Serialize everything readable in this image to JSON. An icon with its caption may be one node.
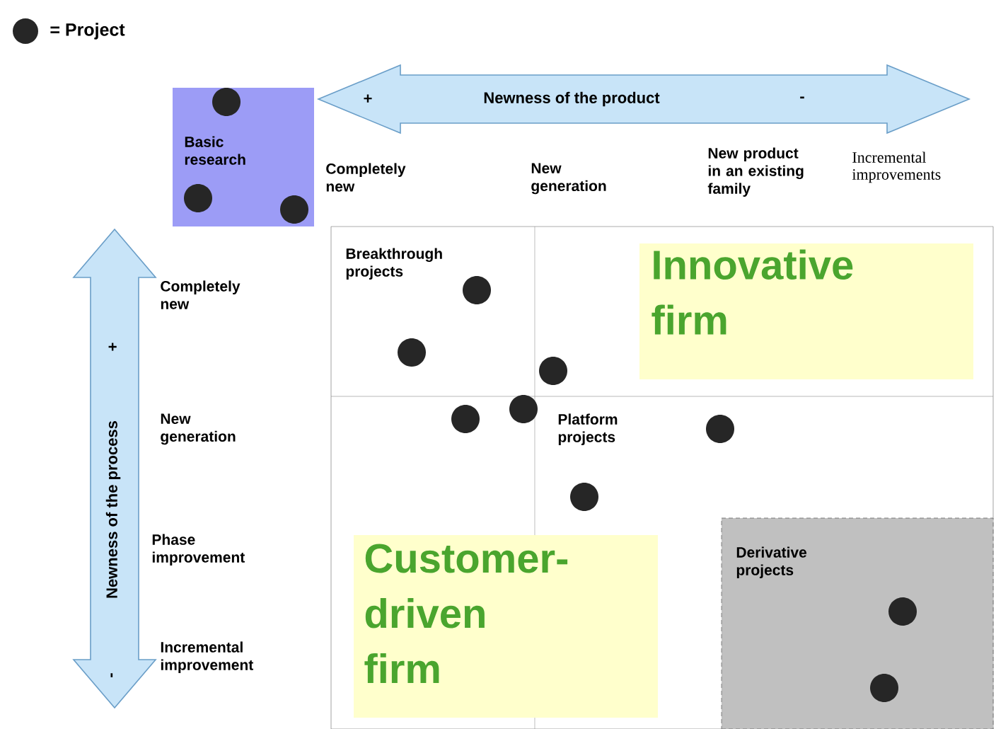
{
  "diagram": {
    "nodes": [
      {
        "text": [
          "Basic research"
        ]
      },
      {
        "text": [
          "+",
          "Newness of the product",
          "-"
        ]
      },
      {
        "text": [
          "Newness of the process",
          "+",
          "-"
        ]
      },
      {
        "text": [],
        "shape": "box"
      },
      {
        "text": [
          "Innovative firm"
        ],
        "in": 3
      },
      {
        "text": [
          "Customer-driven firm"
        ],
        "in": 3
      },
      {
        "text": [
          "Derivative projects"
        ],
        "in": 3
      }
    ],
    "edges": [],
    "labels": [
      "Completely new",
      "New generation",
      "New product in an existing family",
      "Incremental improvements",
      "Completely new",
      "New generation",
      "Phase improvement",
      "Incremental improvement",
      "Breakthrough projects",
      "Platform projects"
    ],
    "legend": [
      {
        "text": "= Project"
      }
    ]
  }
}
